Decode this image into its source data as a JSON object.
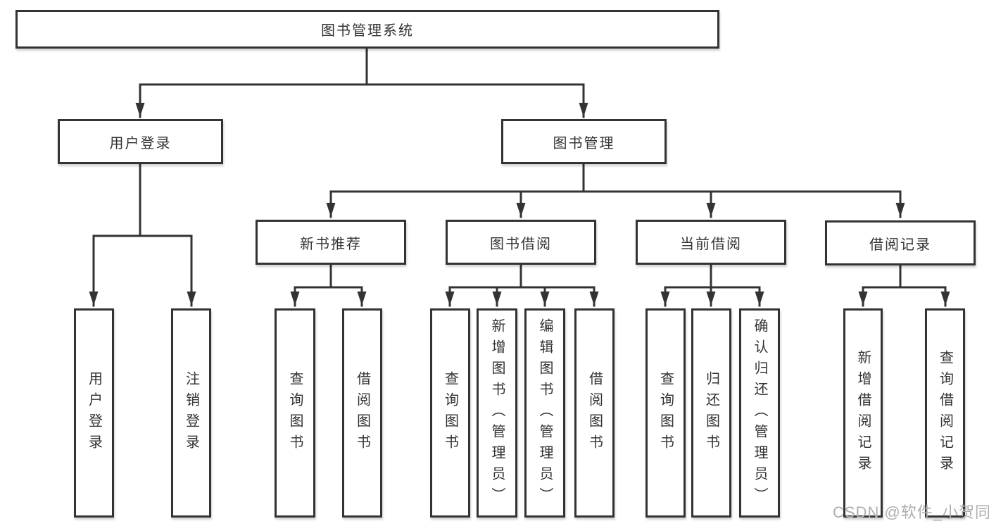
{
  "diagram": {
    "type": "hierarchy-tree",
    "colors": {
      "line": "#333333",
      "text": "#333333",
      "box_fill": "#ffffff",
      "background": "#ffffff",
      "watermark": "#aeaeae"
    },
    "tree": {
      "root": {
        "label": "图书管理系统",
        "children": [
          {
            "label": "用户登录",
            "children": [
              {
                "label": "用户登录"
              },
              {
                "label": "注销登录"
              }
            ]
          },
          {
            "label": "图书管理",
            "children": [
              {
                "label": "新书推荐",
                "children": [
                  {
                    "label": "查询图书"
                  },
                  {
                    "label": "借阅图书"
                  }
                ]
              },
              {
                "label": "图书借阅",
                "children": [
                  {
                    "label": "查询图书"
                  },
                  {
                    "label": "新增图书（管理员）"
                  },
                  {
                    "label": "编辑图书（管理员）"
                  },
                  {
                    "label": "借阅图书"
                  }
                ]
              },
              {
                "label": "当前借阅",
                "children": [
                  {
                    "label": "查询图书"
                  },
                  {
                    "label": "归还图书"
                  },
                  {
                    "label": "确认归还（管理员）"
                  }
                ]
              },
              {
                "label": "借阅记录",
                "children": [
                  {
                    "label": "新增借阅记录"
                  },
                  {
                    "label": "查询借阅记录"
                  }
                ]
              }
            ]
          }
        ]
      }
    },
    "watermark": {
      "text": "CSDN @软件_小贺同学"
    }
  }
}
